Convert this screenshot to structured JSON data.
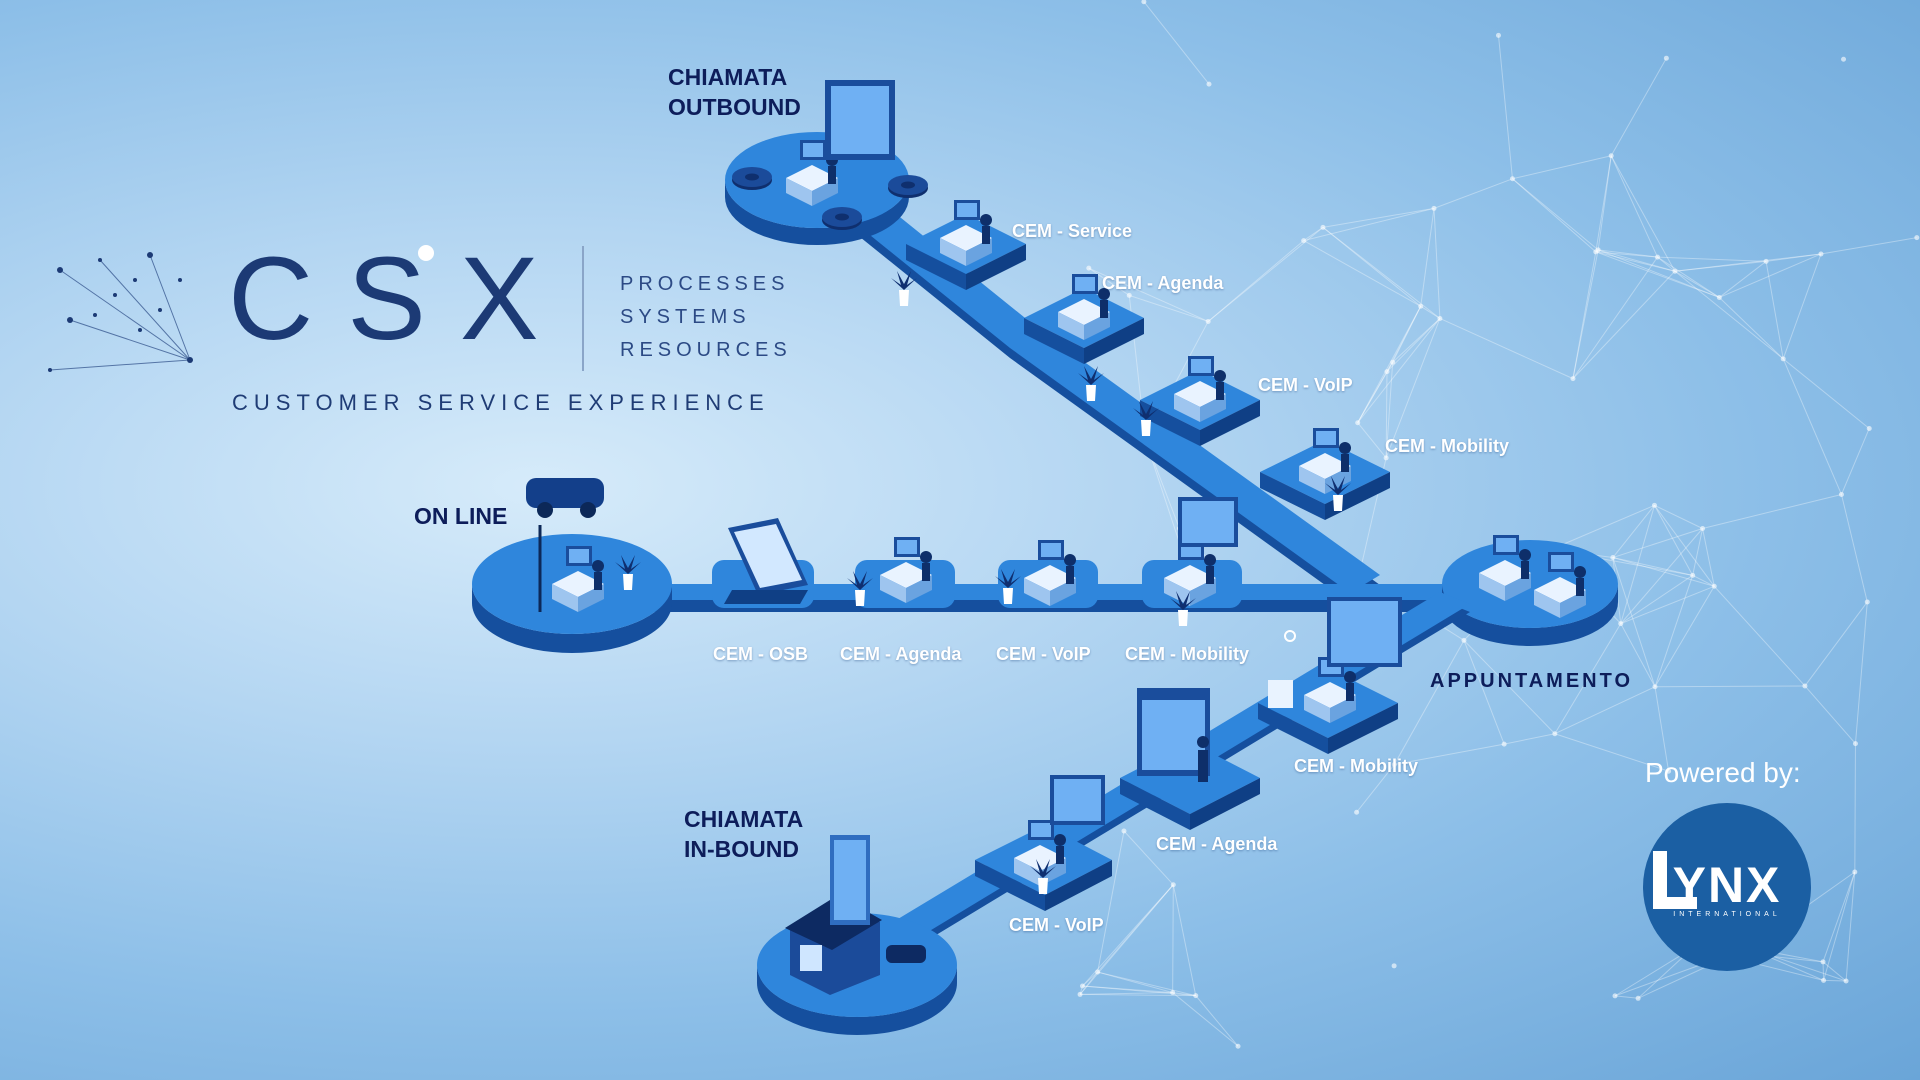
{
  "brand": {
    "logo": "CSX",
    "pillars": [
      "PROCESSES",
      "SYSTEMS",
      "RESOURCES"
    ],
    "tagline": "CUSTOMER SERVICE EXPERIENCE"
  },
  "routes": {
    "outbound": {
      "title_lines": [
        "CHIAMATA",
        "OUTBOUND"
      ],
      "stops": [
        "CEM - Service",
        "CEM - Agenda",
        "CEM - VoIP",
        "CEM - Mobility"
      ]
    },
    "online": {
      "title": "ON LINE",
      "stops": [
        "CEM - OSB",
        "CEM - Agenda",
        "CEM - VoIP",
        "CEM - Mobility"
      ]
    },
    "inbound": {
      "title_lines": [
        "CHIAMATA",
        "IN-BOUND"
      ],
      "stops": [
        "CEM - VoIP",
        "CEM - Agenda",
        "CEM - Mobility"
      ]
    },
    "destination": "APPUNTAMENTO"
  },
  "sponsor": {
    "powered_by": "Powered by:",
    "name": "YNX",
    "subtitle": "INTERNATIONAL"
  },
  "colors": {
    "platform_top": "#2f86dc",
    "platform_side": "#154f9e",
    "navy_text": "#0d1d5a",
    "logo_blue": "#1c3a75",
    "badge_blue": "#1b5fa3"
  }
}
